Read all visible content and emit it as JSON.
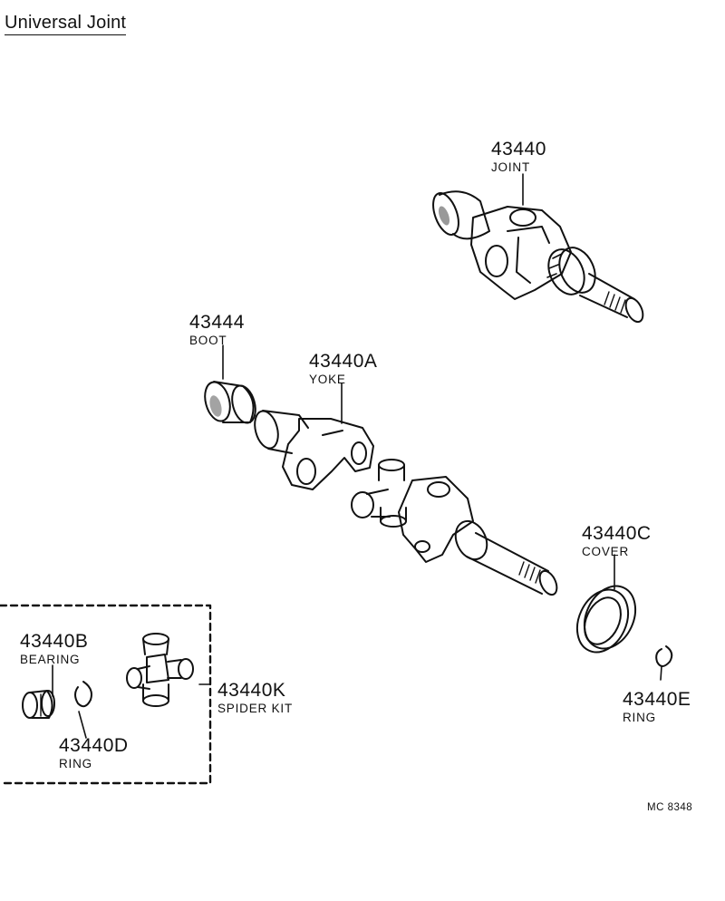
{
  "title": "Universal Joint",
  "parts": [
    {
      "id": "joint",
      "number": "43440",
      "name": "JOINT"
    },
    {
      "id": "boot",
      "number": "43444",
      "name": "BOOT"
    },
    {
      "id": "yoke",
      "number": "43440A",
      "name": "YOKE"
    },
    {
      "id": "cover",
      "number": "43440C",
      "name": "COVER"
    },
    {
      "id": "bearing",
      "number": "43440B",
      "name": "BEARING"
    },
    {
      "id": "spider-kit",
      "number": "43440K",
      "name": "SPIDER KIT"
    },
    {
      "id": "ring-d",
      "number": "43440D",
      "name": "RING"
    },
    {
      "id": "ring-e",
      "number": "43440E",
      "name": "RING"
    }
  ],
  "diagram_code": "MC 8348"
}
